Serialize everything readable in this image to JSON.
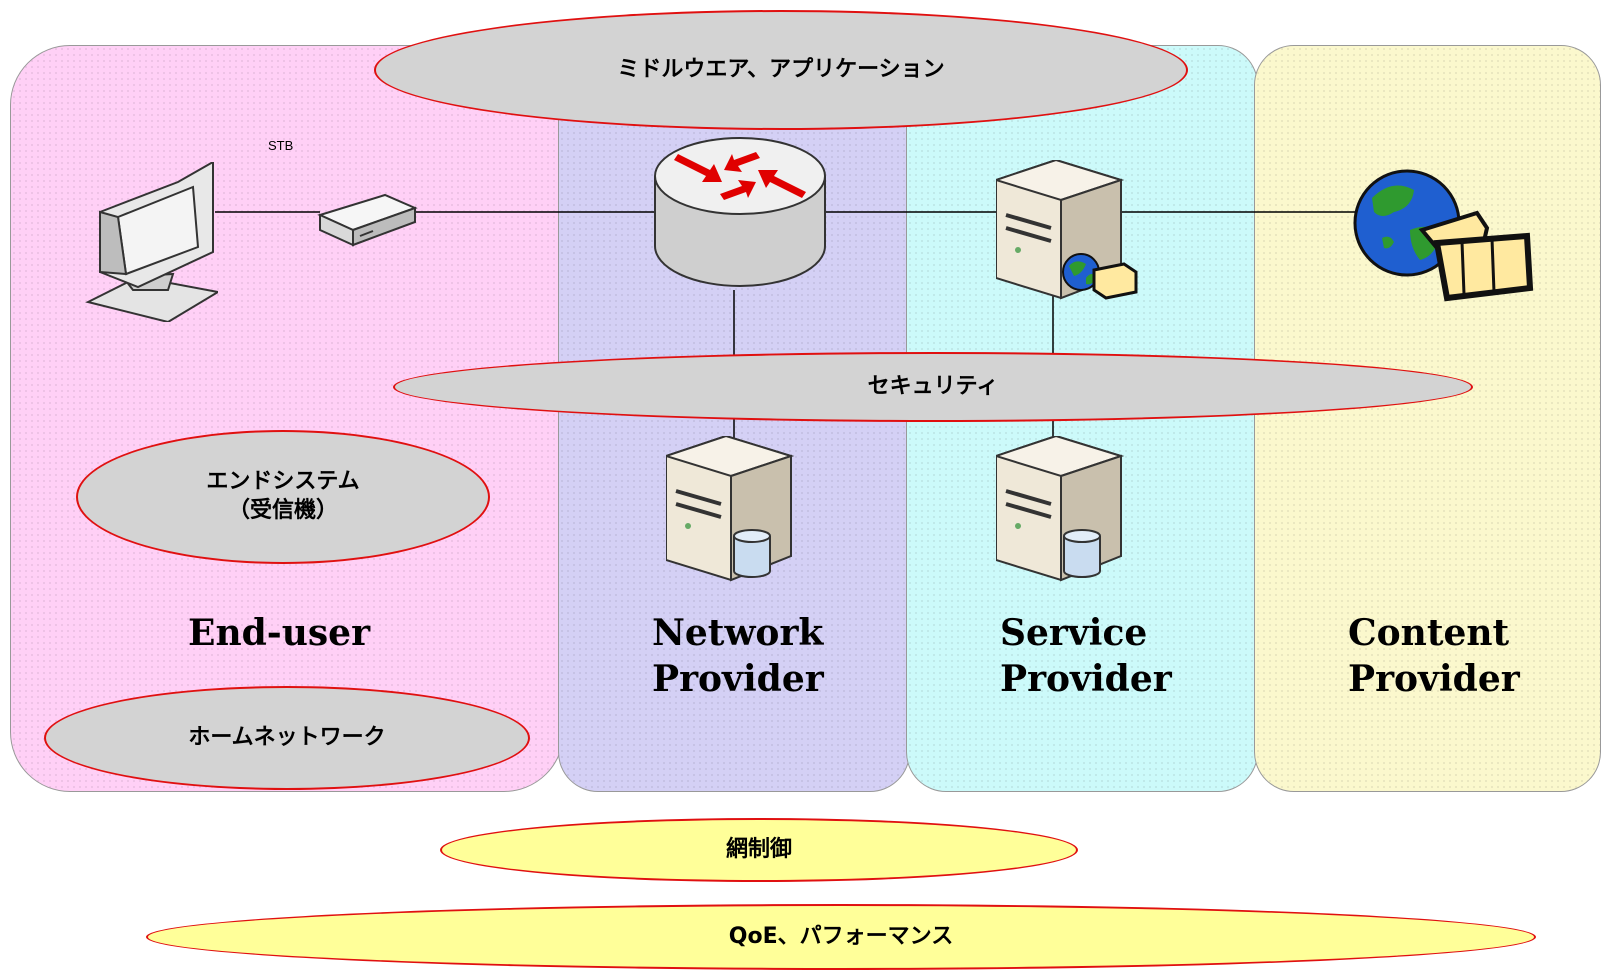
{
  "zones": {
    "end_user": {
      "label": "End-user"
    },
    "network_provider": {
      "label": "Network\nProvider"
    },
    "service_provider": {
      "label": "Service\nProvider"
    },
    "content_provider": {
      "label": "Content\nProvider"
    }
  },
  "layers": {
    "middleware": "ミドルウエア、アプリケーション",
    "security": "セキュリティ",
    "end_system": "エンドシステム\n（受信機）",
    "home_network": "ホームネットワーク",
    "network_control": "網制御",
    "qoe": "QoE、パフォーマンス"
  },
  "devices": {
    "stb_label": "STB"
  },
  "icons": [
    "monitor-icon",
    "stb-icon",
    "router-icon",
    "web-server-icon",
    "database-server-icon",
    "globe-content-icon"
  ],
  "colors": {
    "end_user_zone": "#ffd0f6",
    "network_zone": "#d4d0f5",
    "service_zone": "#ccfafa",
    "content_zone": "#fbf8cd",
    "ellipse_border": "#e01010",
    "ellipse_gray": "#d3d3d3",
    "ellipse_yellow": "#ffff99"
  }
}
